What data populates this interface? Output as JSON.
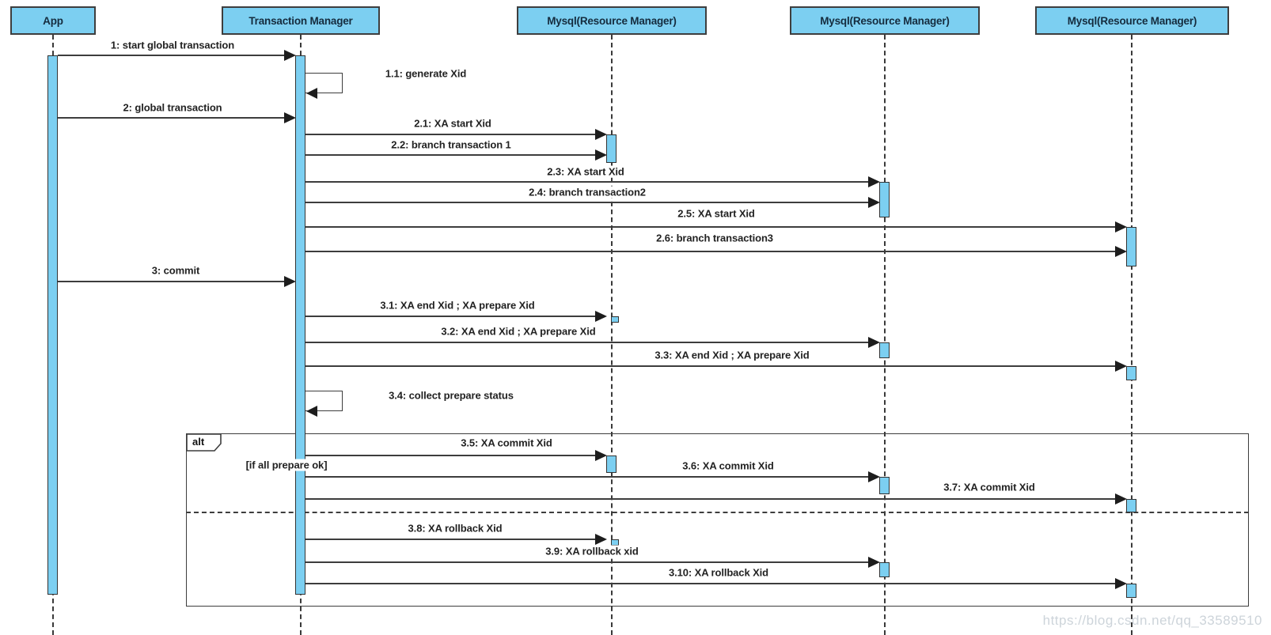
{
  "diagram": {
    "type": "uml-sequence-diagram",
    "title": "XA distributed transaction sequence",
    "participants": [
      {
        "id": "app",
        "label": "App"
      },
      {
        "id": "tm",
        "label": "Transaction Manager"
      },
      {
        "id": "rm1",
        "label": "Mysql(Resource Manager)"
      },
      {
        "id": "rm2",
        "label": "Mysql(Resource Manager)"
      },
      {
        "id": "rm3",
        "label": "Mysql(Resource Manager)"
      }
    ],
    "messages": [
      {
        "id": "1",
        "from": "app",
        "to": "tm",
        "kind": "sync",
        "label": "1: start global transaction"
      },
      {
        "id": "1.1",
        "from": "tm",
        "to": "tm",
        "kind": "self",
        "label": "1.1: generate Xid"
      },
      {
        "id": "2",
        "from": "app",
        "to": "tm",
        "kind": "sync",
        "label": "2: global transaction"
      },
      {
        "id": "2.1",
        "from": "tm",
        "to": "rm1",
        "kind": "sync",
        "label": "2.1: XA start Xid"
      },
      {
        "id": "2.2",
        "from": "tm",
        "to": "rm1",
        "kind": "sync",
        "label": "2.2: branch transaction 1"
      },
      {
        "id": "2.3",
        "from": "tm",
        "to": "rm2",
        "kind": "sync",
        "label": "2.3: XA start Xid"
      },
      {
        "id": "2.4",
        "from": "tm",
        "to": "rm2",
        "kind": "sync",
        "label": "2.4: branch transaction2"
      },
      {
        "id": "2.5",
        "from": "tm",
        "to": "rm3",
        "kind": "sync",
        "label": "2.5: XA start Xid"
      },
      {
        "id": "2.6",
        "from": "tm",
        "to": "rm3",
        "kind": "sync",
        "label": "2.6: branch transaction3"
      },
      {
        "id": "3",
        "from": "app",
        "to": "tm",
        "kind": "sync",
        "label": "3: commit"
      },
      {
        "id": "3.1",
        "from": "tm",
        "to": "rm1",
        "kind": "sync",
        "label": "3.1: XA end Xid ; XA prepare Xid"
      },
      {
        "id": "3.2",
        "from": "tm",
        "to": "rm2",
        "kind": "sync",
        "label": "3.2: XA end Xid ; XA prepare Xid"
      },
      {
        "id": "3.3",
        "from": "tm",
        "to": "rm3",
        "kind": "sync",
        "label": "3.3: XA end Xid ; XA prepare Xid"
      },
      {
        "id": "3.4",
        "from": "tm",
        "to": "tm",
        "kind": "self",
        "label": "3.4: collect prepare status"
      },
      {
        "id": "3.5",
        "from": "tm",
        "to": "rm1",
        "kind": "sync",
        "label": "3.5: XA commit Xid"
      },
      {
        "id": "3.6",
        "from": "tm",
        "to": "rm2",
        "kind": "sync",
        "label": "3.6: XA commit Xid"
      },
      {
        "id": "3.7",
        "from": "tm",
        "to": "rm3",
        "kind": "sync",
        "label": "3.7: XA commit Xid"
      },
      {
        "id": "3.8",
        "from": "tm",
        "to": "rm1",
        "kind": "sync",
        "label": "3.8: XA rollback Xid"
      },
      {
        "id": "3.9",
        "from": "tm",
        "to": "rm2",
        "kind": "sync",
        "label": "3.9: XA rollback xid"
      },
      {
        "id": "3.10",
        "from": "tm",
        "to": "rm3",
        "kind": "sync",
        "label": "3.10: XA rollback Xid"
      }
    ],
    "fragment": {
      "operator": "alt",
      "guard": "[if all prepare ok]",
      "branch_1_messages": [
        "3.5",
        "3.6",
        "3.7"
      ],
      "branch_2_messages": [
        "3.8",
        "3.9",
        "3.10"
      ]
    },
    "colors": {
      "participant_fill": "#7ccff1",
      "participant_border": "#3e3e3e",
      "line": "#3d3d3d",
      "label_text": "#222222",
      "watermark_text": "#cdd4da"
    },
    "watermark": "https://blog.csdn.net/qq_33589510"
  }
}
